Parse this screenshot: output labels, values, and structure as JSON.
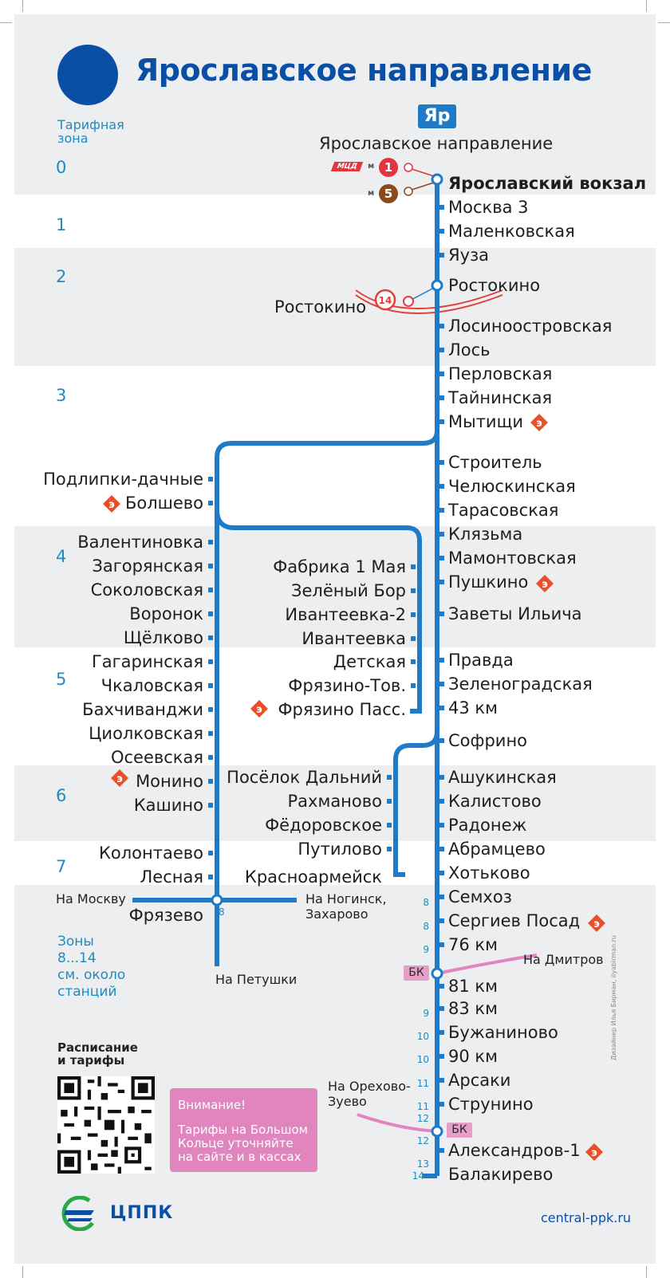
{
  "header": {
    "title": "Ярославское направление",
    "tariff_zone_label": "Тарифная\nзона",
    "line_badge": "Яр",
    "direction_label": "Ярославское направление"
  },
  "zones": [
    "0",
    "1",
    "2",
    "3",
    "4",
    "5",
    "6",
    "7"
  ],
  "transfers": {
    "mcd_label": "МЦД",
    "metro_letter": "м",
    "mcd_line": "1",
    "metro_line": "5",
    "mcc_line": "14",
    "rostokino_mcc": "Ростокино"
  },
  "main_line": [
    {
      "name": "Ярославский вокзал",
      "zone": ""
    },
    {
      "name": "Москва 3",
      "zone": ""
    },
    {
      "name": "Маленковская",
      "zone": ""
    },
    {
      "name": "Яуза",
      "zone": ""
    },
    {
      "name": "Ростокино",
      "zone": ""
    },
    {
      "name": "Лосиноостровская",
      "zone": ""
    },
    {
      "name": "Лось",
      "zone": ""
    },
    {
      "name": "Перловская",
      "zone": ""
    },
    {
      "name": "Тайнинская",
      "zone": ""
    },
    {
      "name": "Мытищи",
      "zone": ""
    },
    {
      "name": "Строитель",
      "zone": ""
    },
    {
      "name": "Челюскинская",
      "zone": ""
    },
    {
      "name": "Тарасовская",
      "zone": ""
    },
    {
      "name": "Клязьма",
      "zone": ""
    },
    {
      "name": "Мамонтовская",
      "zone": ""
    },
    {
      "name": "Пушкино",
      "zone": ""
    },
    {
      "name": "Заветы Ильича",
      "zone": ""
    },
    {
      "name": "Правда",
      "zone": ""
    },
    {
      "name": "Зеленоградская",
      "zone": ""
    },
    {
      "name": "43 км",
      "zone": ""
    },
    {
      "name": "Софрино",
      "zone": ""
    },
    {
      "name": "Ашукинская",
      "zone": ""
    },
    {
      "name": "Калистово",
      "zone": ""
    },
    {
      "name": "Радонеж",
      "zone": ""
    },
    {
      "name": "Абрамцево",
      "zone": ""
    },
    {
      "name": "Хотьково",
      "zone": ""
    },
    {
      "name": "Семхоз",
      "zone": "8"
    },
    {
      "name": "Сергиев Посад",
      "zone": "8"
    },
    {
      "name": "76 км",
      "zone": "9"
    },
    {
      "name": "81 км",
      "zone": ""
    },
    {
      "name": "83 км",
      "zone": "9"
    },
    {
      "name": "Бужаниново",
      "zone": "10"
    },
    {
      "name": "90 км",
      "zone": "10"
    },
    {
      "name": "Арсаки",
      "zone": "11"
    },
    {
      "name": "Струнино",
      "zone": "11"
    },
    {
      "name": "Александров-1",
      "zone": "12"
    },
    {
      "name": "Балакирево",
      "zone": "13"
    }
  ],
  "extra_zone_marks": [
    "12",
    "14"
  ],
  "monino_branch": [
    "Подлипки-дачные",
    "Болшево",
    "Валентиновка",
    "Загорянская",
    "Соколовская",
    "Воронок",
    "Щёлково",
    "Гагаринская",
    "Чкаловская",
    "Бахчиванджи",
    "Циолковская",
    "Осеевская",
    "Монино",
    "Кашино",
    "Колонтаево",
    "Лесная",
    "Фрязево"
  ],
  "fryazino_branch": [
    "Фабрика 1 Мая",
    "Зелёный Бор",
    "Ивантеевка-2",
    "Ивантеевка",
    "Детская",
    "Фрязино-Тов.",
    "Фрязино Пасс."
  ],
  "krasnoarmeysk_branch": [
    "Посёлок Дальний",
    "Рахманово",
    "Фёдоровское",
    "Путилово",
    "Красноармейск"
  ],
  "fryazevo": {
    "to_moscow": "На Москву",
    "to_noginsk": "На Ногинск,\nЗахарово",
    "to_petushki": "На Петушки",
    "zone": "8"
  },
  "big_ring": {
    "badge": "БК",
    "to_dmitrov": "На Дмитров",
    "to_orekhovo": "На Орехово-\nЗуево"
  },
  "footer": {
    "zones_note": "Зоны\n8...14\nсм. около\nстанций",
    "schedule": "Расписание\nи тарифы",
    "attention_title": "Внимание!",
    "attention_text": "Тарифы на Большом\nКольце уточняйте\nна сайте и в кассах",
    "brand": "ЦППК",
    "site": "central-ppk.ru",
    "designer": "Дизайнер Илья Бирман, ilyabirman.ru"
  },
  "colors": {
    "line": "#1f7bc7",
    "title": "#0a4fa6",
    "zone_text": "#1f8bc0",
    "express": "#e8502a",
    "mcd": "#e3343f",
    "metro5": "#8b4a1c",
    "mcc": "#e2403a",
    "big_ring": "#e085be"
  },
  "icons": {
    "express": "express-icon"
  }
}
